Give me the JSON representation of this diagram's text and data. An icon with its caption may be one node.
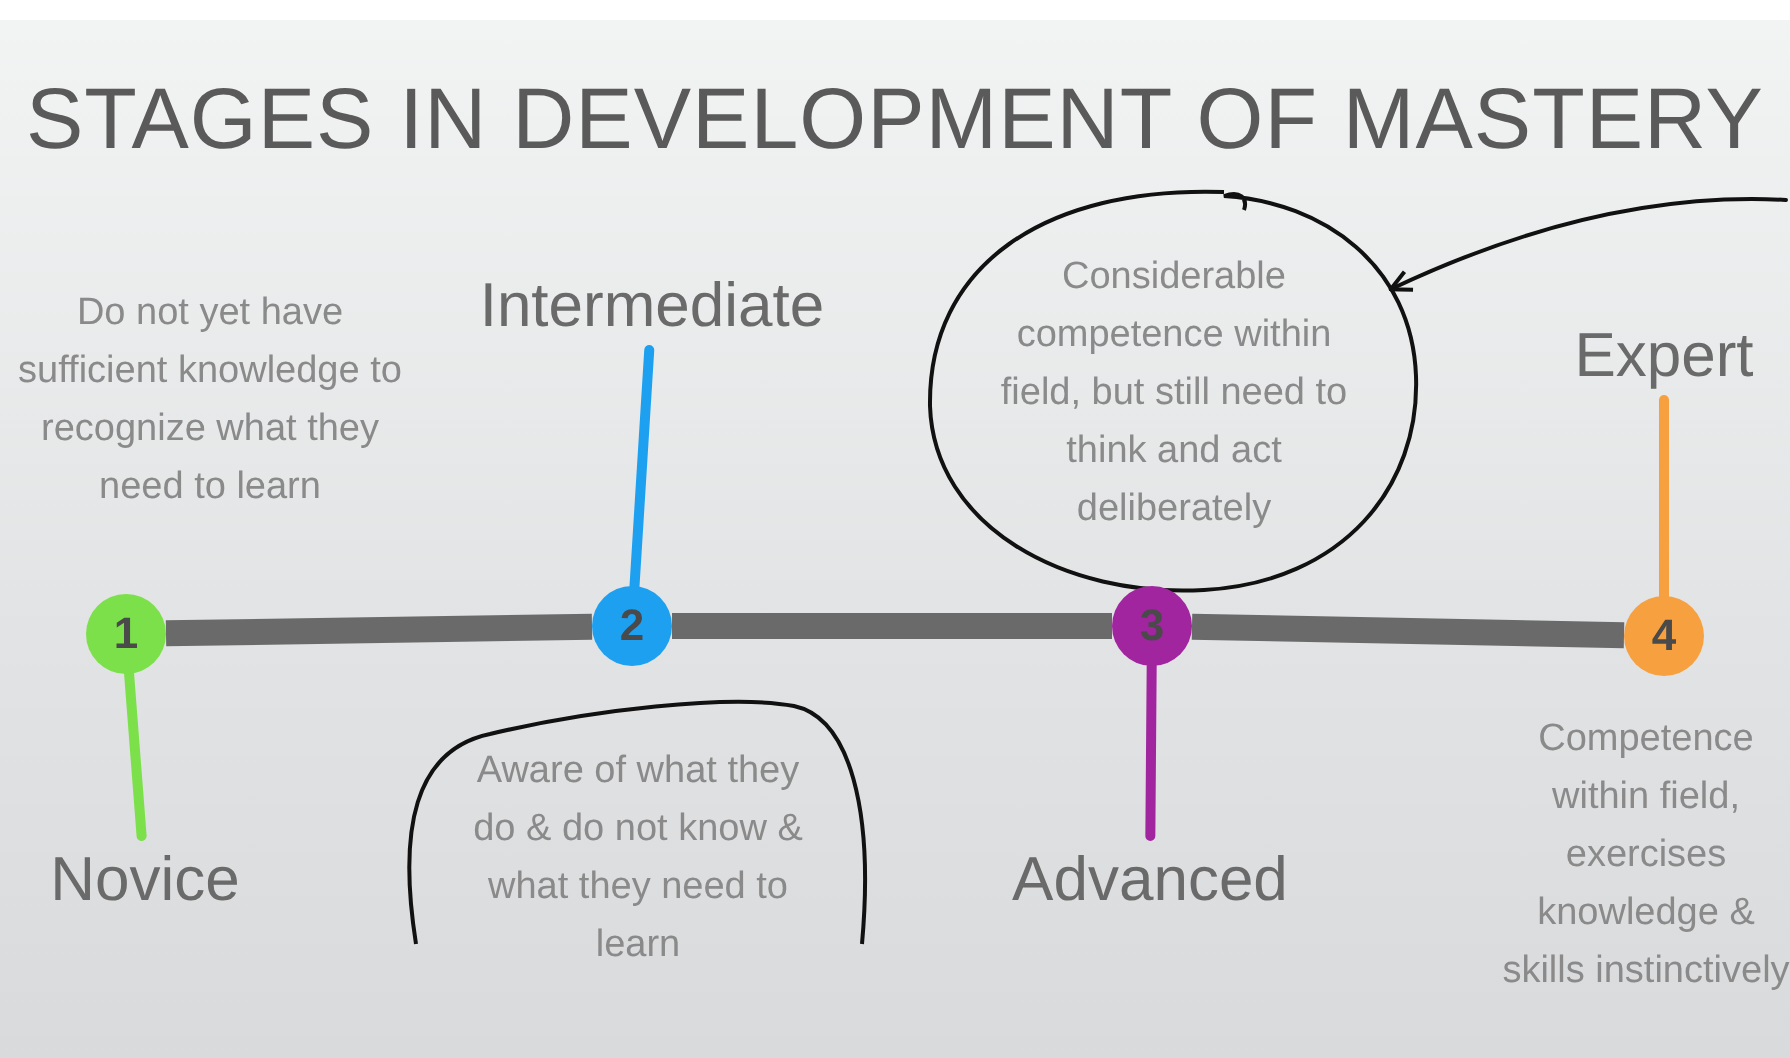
{
  "diagram": {
    "title": "STAGES IN DEVELOPMENT OF MASTERY",
    "nodes": [
      {
        "text": [
          "1"
        ]
      },
      {
        "text": [
          "Novice"
        ]
      },
      {
        "text": [
          "Do not yet have sufficient knowledge to recognize what they need to learn"
        ]
      },
      {
        "text": [
          "2"
        ]
      },
      {
        "text": [
          "Intermediate"
        ]
      },
      {
        "text": [
          "Aware of what they do & do not know & what they need to learn"
        ]
      },
      {
        "text": [
          "3"
        ]
      },
      {
        "text": [
          "Advanced"
        ]
      },
      {
        "text": [
          "Considerable competence within field, but still need to think and act deliberately"
        ]
      },
      {
        "text": [
          "4"
        ]
      },
      {
        "text": [
          "Expert"
        ]
      },
      {
        "text": [
          "Competence within field, exercises knowledge & skills instinctively"
        ]
      }
    ],
    "edges": [
      {
        "from": 0,
        "to": 1,
        "arrow": "none",
        "color": "#7be04a"
      },
      {
        "from": 3,
        "to": 4,
        "arrow": "none",
        "color": "#1ea0f0"
      },
      {
        "from": 6,
        "to": 7,
        "arrow": "none",
        "color": "#a0259f"
      },
      {
        "from": 9,
        "to": 10,
        "arrow": "none",
        "color": "#f7a040"
      },
      {
        "from": 0,
        "to": 3,
        "arrow": "none",
        "style": "thick",
        "color": "#555555"
      },
      {
        "from": 3,
        "to": 6,
        "arrow": "none",
        "style": "thick",
        "color": "#555555"
      },
      {
        "from": 6,
        "to": 9,
        "arrow": "none",
        "style": "thick",
        "color": "#555555"
      },
      {
        "from": null,
        "to": 8,
        "arrow": "to",
        "color": "#111111"
      }
    ]
  }
}
